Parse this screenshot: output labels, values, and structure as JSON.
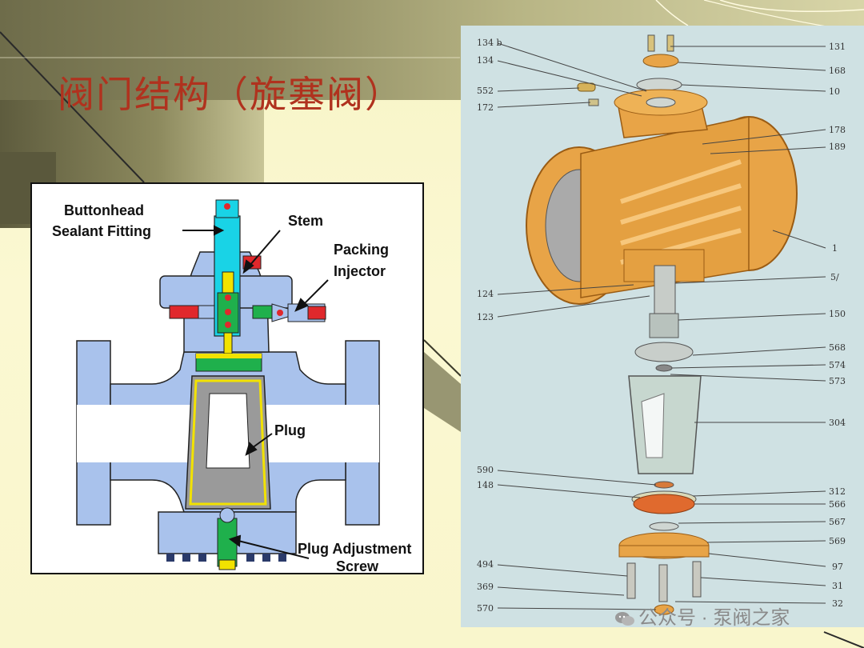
{
  "slide": {
    "title": "阀门结构（旋塞阀）"
  },
  "left_diagram": {
    "labels": {
      "buttonhead_1": "Buttonhead",
      "buttonhead_2": "Sealant Fitting",
      "stem": "Stem",
      "packing_1": "Packing",
      "packing_2": "Injector",
      "plug": "Plug",
      "adjust_1": "Plug Adjustment",
      "adjust_2": "Screw"
    },
    "colors": {
      "body": "#a9c2ec",
      "stem": "#19d3e6",
      "green": "#1fb04c",
      "red": "#e0282c",
      "yellow": "#f2e200",
      "plug_gray": "#9a9a9a"
    }
  },
  "right_diagram": {
    "left_numbers": [
      "134 b",
      "134",
      "552",
      "172",
      "124",
      "123",
      "590",
      "148",
      "494",
      "369",
      "570"
    ],
    "right_numbers": [
      "131",
      "168",
      "10",
      "178",
      "189",
      "1",
      "5/",
      "150",
      "568",
      "574",
      "573",
      "304",
      "312",
      "566",
      "567",
      "569",
      "97",
      "31",
      "32"
    ],
    "colors": {
      "brass": "#e8a447",
      "steel": "#b8c2bd",
      "background": "#cfe1e3"
    }
  },
  "watermark": {
    "text": "公众号 · 泵阀之家",
    "icon": "wechat-icon"
  }
}
